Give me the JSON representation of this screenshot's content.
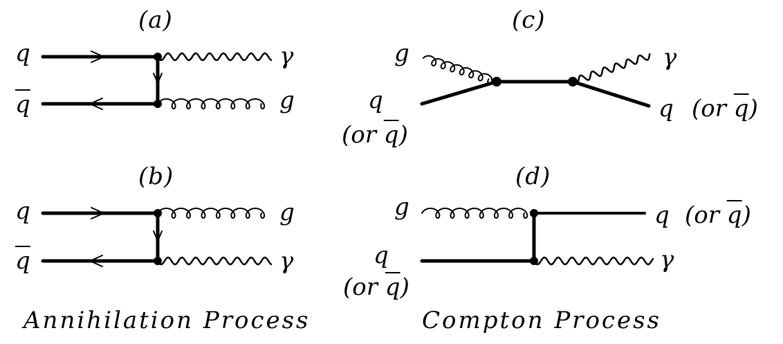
{
  "panels": {
    "a": {
      "label": "(a)"
    },
    "b": {
      "label": "(b)"
    },
    "c": {
      "label": "(c)"
    },
    "d": {
      "label": "(d)"
    }
  },
  "particles": {
    "quark": "q",
    "gluon": "g",
    "photon": "γ",
    "or_prefix": "(or ",
    "or_suffix": ")"
  },
  "captions": {
    "annihilation": "Annihilation Process",
    "compton": "Compton Process"
  }
}
